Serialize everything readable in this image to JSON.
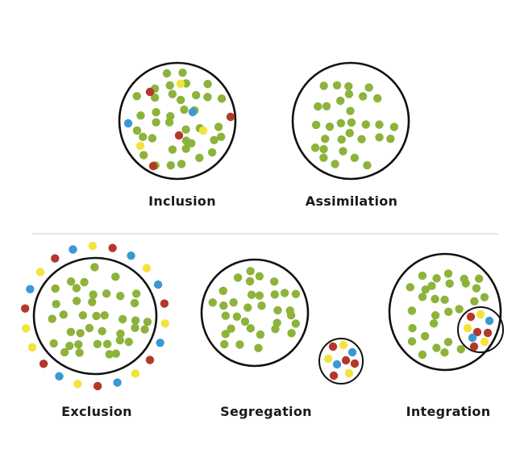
{
  "colors": {
    "green": "#8db33b",
    "yellow": "#f3e33c",
    "red": "#b5372b",
    "blue": "#3a98d4",
    "outline": "#111111",
    "divider": "#dddddd"
  },
  "panels": [
    {
      "id": "inclusion",
      "label": "Inclusion"
    },
    {
      "id": "assimilation",
      "label": "Assimilation"
    },
    {
      "id": "exclusion",
      "label": "Exclusion"
    },
    {
      "id": "segregation",
      "label": "Segregation"
    },
    {
      "id": "integration",
      "label": "Integration"
    }
  ]
}
